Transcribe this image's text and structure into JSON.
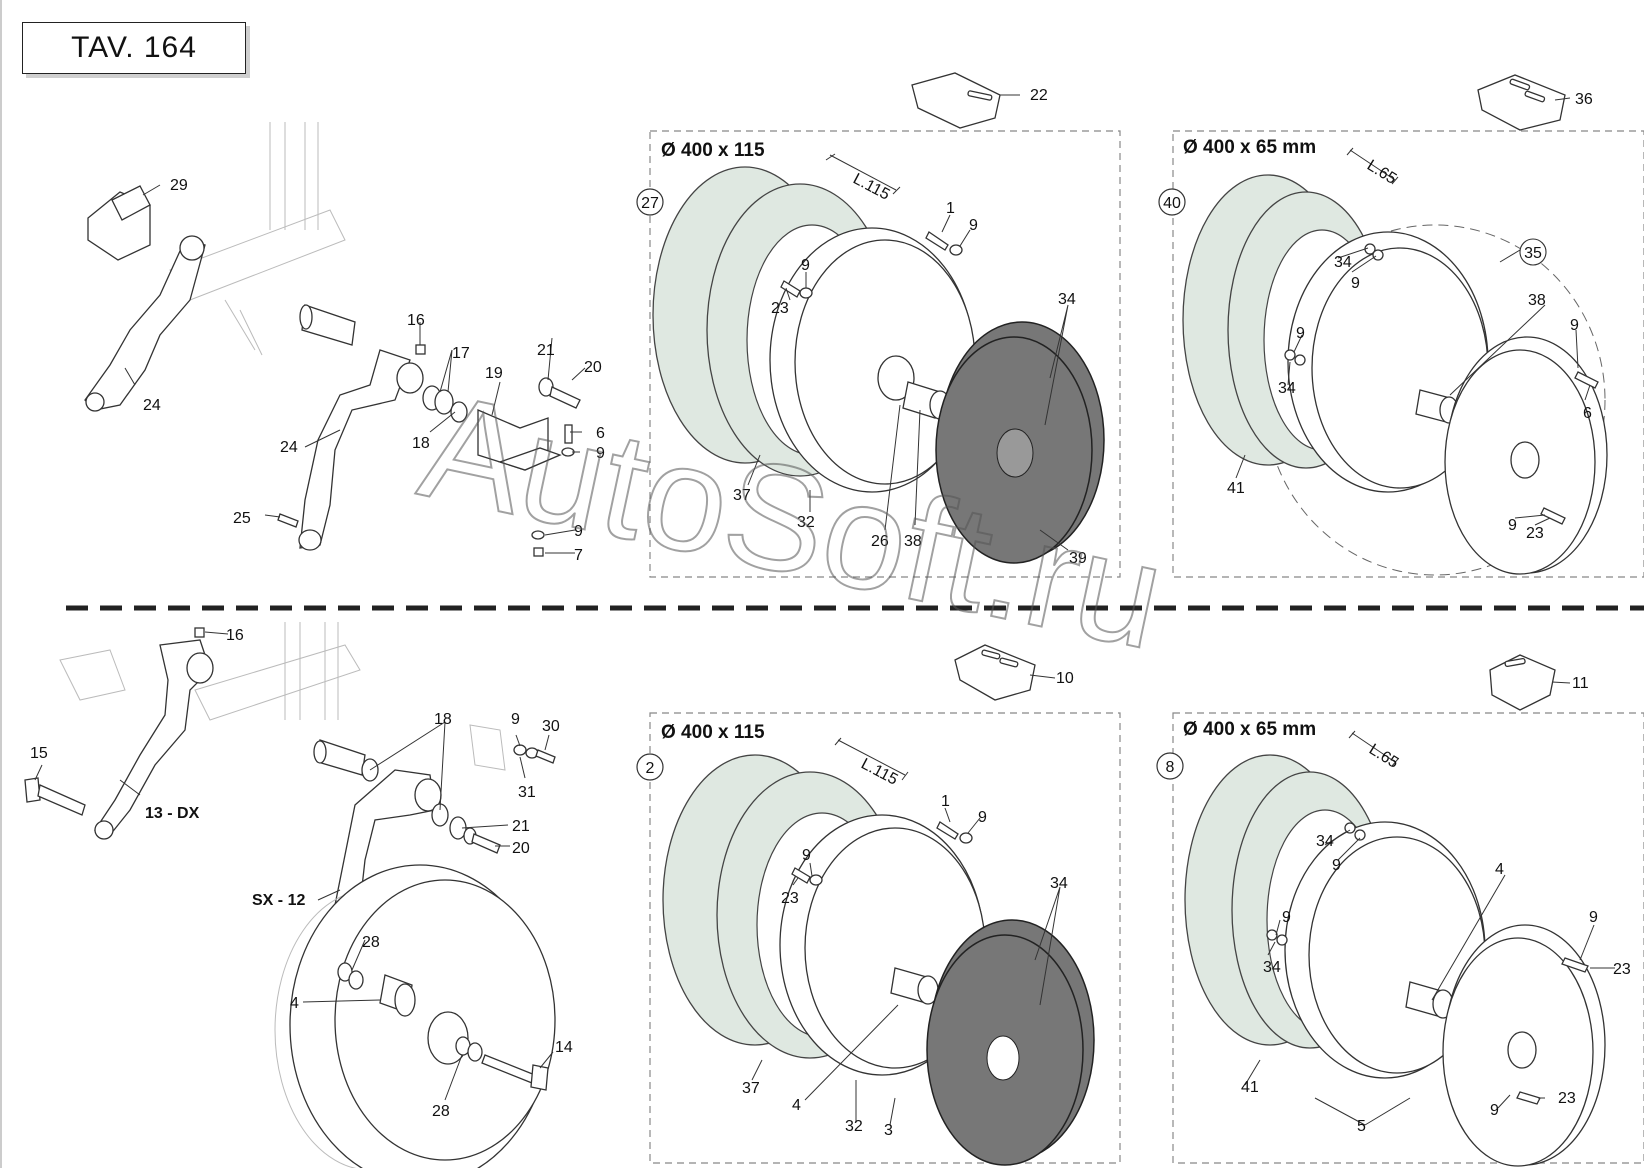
{
  "title": "TAV. 164",
  "watermark": "AutoSoft.ru",
  "sections": {
    "top_left_box": {
      "diameter": "Ø 400 x 115",
      "kit_ref": "27",
      "width_dim": "L.115"
    },
    "top_right_box": {
      "diameter": "Ø 400 x 65 mm",
      "kit_ref": "40",
      "width_dim": "L.65"
    },
    "bottom_left_box": {
      "diameter": "Ø 400 x 115",
      "kit_ref": "2",
      "width_dim": "L.115"
    },
    "bottom_right_box": {
      "diameter": "Ø 400 x 65 mm",
      "kit_ref": "8",
      "width_dim": "L.65"
    }
  },
  "labels": {
    "l29": "29",
    "l24a": "24",
    "l24b": "24",
    "l16a": "16",
    "l17": "17",
    "l18a": "18",
    "l19": "19",
    "l21a": "21",
    "l20a": "20",
    "l6a": "6",
    "l9a": "9",
    "l25": "25",
    "l9b": "9",
    "l7": "7",
    "l22": "22",
    "l36": "36",
    "l1a": "1",
    "l9c": "9",
    "l9d": "9",
    "l23a": "23",
    "l34a": "34",
    "l37a": "37",
    "l32a": "32",
    "l26": "26",
    "l38a": "38",
    "l39": "39",
    "l35": "35",
    "l34b": "34",
    "l9e": "9",
    "l38b": "38",
    "l9f": "9",
    "l34c": "34",
    "l9g": "9",
    "l6b": "6",
    "l41a": "41",
    "l9h": "9",
    "l23b": "23",
    "l16b": "16",
    "l15": "15",
    "l13dx": "13 - DX",
    "l18b": "18",
    "l9i": "9",
    "l30": "30",
    "l31": "31",
    "l21b": "21",
    "l20b": "20",
    "lsx12": "SX - 12",
    "l28a": "28",
    "l4a": "4",
    "l28b": "28",
    "l14": "14",
    "l10": "10",
    "l11": "11",
    "l1b": "1",
    "l9j": "9",
    "l9k": "9",
    "l23c": "23",
    "l34d": "34",
    "l37b": "37",
    "l4b": "4",
    "l32b": "32",
    "l3": "3",
    "l34e": "34",
    "l9l": "9",
    "l4c": "4",
    "l9m": "9",
    "l34f": "34",
    "l9n": "9",
    "l23d": "23",
    "l41b": "41",
    "l5": "5",
    "l9o": "9",
    "l23e": "23"
  }
}
